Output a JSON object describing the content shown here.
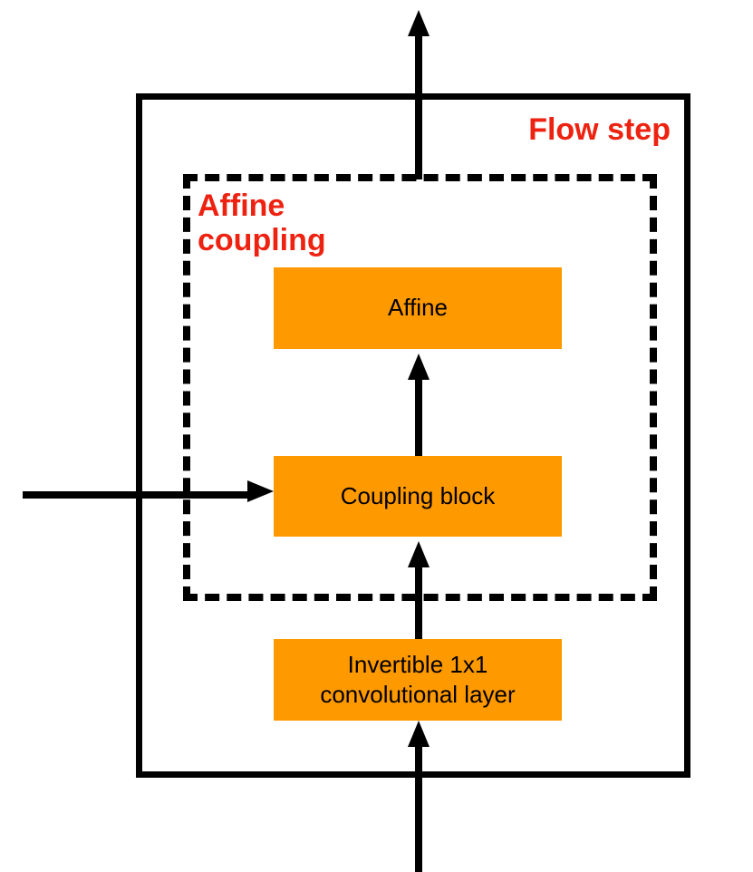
{
  "diagram": {
    "title": "Flow step",
    "outer_container": {
      "label": "Flow step",
      "label_color": "#ee2211",
      "border_style": "solid",
      "border_color": "#000000"
    },
    "inner_container": {
      "label": "Affine coupling",
      "label_line1": "Affine",
      "label_line2": "coupling",
      "label_color": "#ee2211",
      "border_style": "dashed",
      "border_color": "#000000"
    },
    "nodes": [
      {
        "id": "affine",
        "label": "Affine",
        "fill": "#ff9900",
        "text_color": "#000000"
      },
      {
        "id": "coupling-block",
        "label": "Coupling block",
        "fill": "#ff9900",
        "text_color": "#000000"
      },
      {
        "id": "invertible-conv",
        "label": "Invertible 1x1\nconvolutional layer",
        "label_line1": "Invertible 1x1",
        "label_line2": "convolutional layer",
        "fill": "#ff9900",
        "text_color": "#000000"
      }
    ],
    "arrows": [
      {
        "id": "input-bottom",
        "from": "below-frame",
        "to": "invertible-conv",
        "direction": "up"
      },
      {
        "id": "conv-to-coupling",
        "from": "invertible-conv",
        "to": "coupling-block",
        "direction": "up"
      },
      {
        "id": "coupling-to-affine",
        "from": "coupling-block",
        "to": "affine",
        "direction": "up"
      },
      {
        "id": "output-top",
        "from": "affine",
        "to": "above-frame",
        "direction": "up"
      },
      {
        "id": "input-left",
        "from": "left-edge",
        "to": "coupling-block",
        "direction": "right"
      }
    ],
    "colors": {
      "node_fill": "#ff9900",
      "accent_red": "#ee2211",
      "line": "#000000",
      "background": "#ffffff"
    }
  }
}
